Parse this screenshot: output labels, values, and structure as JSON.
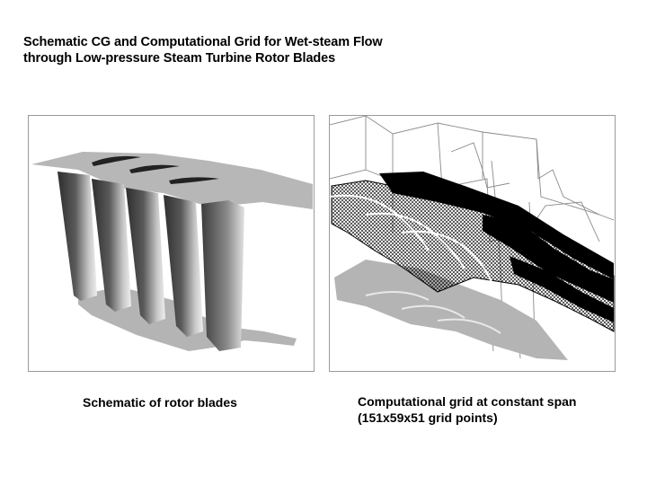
{
  "title": {
    "line1": "Schematic CG and Computational Grid for Wet-steam Flow",
    "line2": "through Low-pressure Steam Turbine Rotor Blades"
  },
  "left_panel": {
    "caption": "Schematic of rotor blades"
  },
  "right_panel": {
    "caption_line1": "Computational grid at constant span",
    "caption_line2": "(151x59x51 grid points)"
  },
  "colors": {
    "blade_dark": "#3a3a3a",
    "blade_light": "#d0d0d0",
    "surface_gray": "#b4b4b4",
    "mesh_black": "#000000",
    "outline_gray": "#8a8a8a"
  }
}
